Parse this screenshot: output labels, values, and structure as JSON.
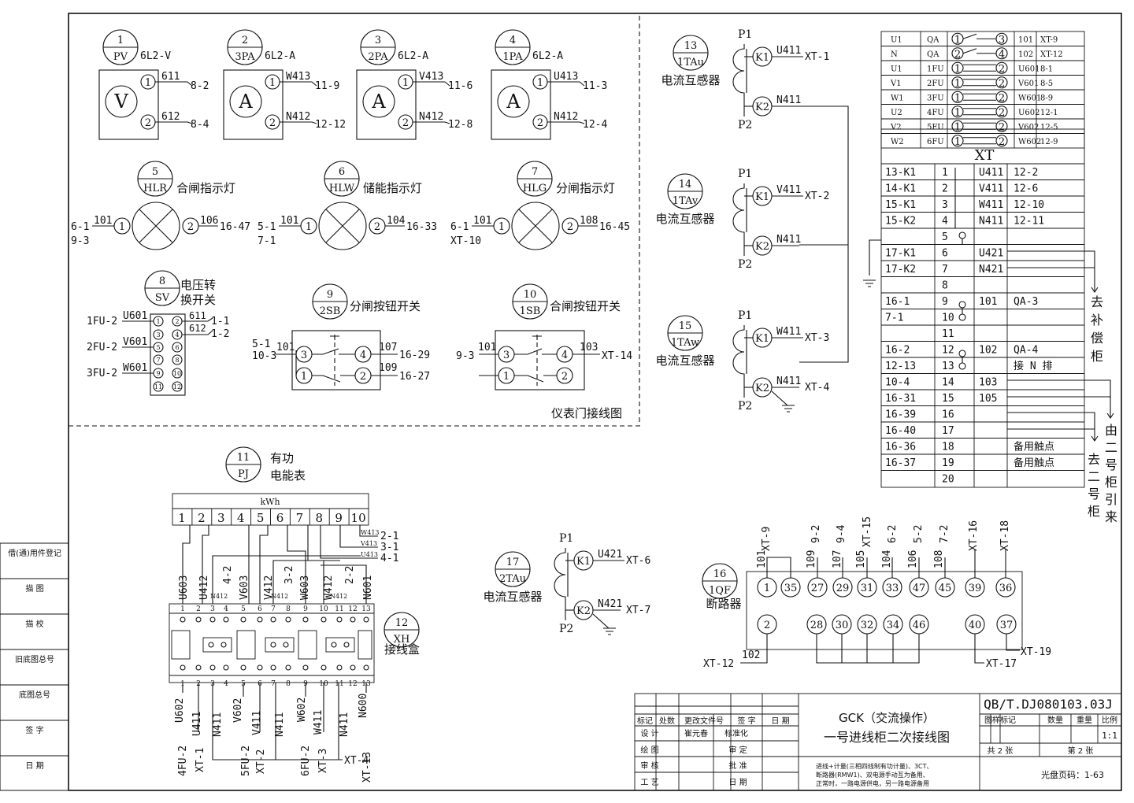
{
  "frame": {
    "regions": {
      "door_title": "仪表门接线图"
    }
  },
  "left_strip": {
    "labels": [
      "借(通)用件登记",
      "描 图",
      "描 校",
      "旧底图总号",
      "底图总号",
      "签 字",
      "日 期"
    ]
  },
  "meters": [
    {
      "num": "1",
      "code": "PV",
      "type": "6L2-V",
      "face": "V",
      "t1": "611",
      "t1to": "8-2",
      "t2": "612",
      "t2to": "8-4"
    },
    {
      "num": "2",
      "code": "3PA",
      "type": "6L2-A",
      "face": "A",
      "t1": "W413",
      "t1to": "11-9",
      "t2": "N412",
      "t2to": "12-12"
    },
    {
      "num": "3",
      "code": "2PA",
      "type": "6L2-A",
      "face": "A",
      "t1": "V413",
      "t1to": "11-6",
      "t2": "N412",
      "t2to": "12-8"
    },
    {
      "num": "4",
      "code": "1PA",
      "type": "6L2-A",
      "face": "A",
      "t1": "U413",
      "t1to": "11-3",
      "t2": "N412",
      "t2to": "12-4"
    }
  ],
  "lamps": [
    {
      "num": "5",
      "code": "HLR",
      "name": "合闸指示灯",
      "left1": "6-1",
      "left2": "9-3",
      "w1": "101",
      "w2": "106",
      "right": "16-47"
    },
    {
      "num": "6",
      "code": "HLW",
      "name": "储能指示灯",
      "left1": "5-1",
      "left2": "7-1",
      "w1": "101",
      "w2": "104",
      "right": "16-33"
    },
    {
      "num": "7",
      "code": "HLG",
      "name": "分闸指示灯",
      "left1": "6-1",
      "left2": "XT-10",
      "w1": "101",
      "w2": "108",
      "right": "16-45"
    }
  ],
  "sv": {
    "num": "8",
    "code": "SV",
    "name1": "电压转",
    "name2": "换开关",
    "rows": [
      {
        "from": "1FU-2",
        "wire": "U601"
      },
      {
        "from": "2FU-2",
        "wire": "V601"
      },
      {
        "from": "3FU-2",
        "wire": "W601"
      }
    ],
    "out1": "611",
    "out2": "612",
    "to1": "1-1",
    "to2": "1-2",
    "pins": [
      "1",
      "2",
      "3",
      "4",
      "5",
      "6",
      "7",
      "8",
      "9",
      "10",
      "11",
      "12"
    ]
  },
  "buttons": [
    {
      "num": "9",
      "code": "2SB",
      "name": "分闸按钮开关",
      "in1": "5-1",
      "in2": "10-3",
      "w_in": "101",
      "w_out1": "107",
      "to1": "16-29",
      "w_out2": "109",
      "to2": "16-27",
      "p1": "3",
      "p2": "4",
      "p3": "1",
      "p4": "2"
    },
    {
      "num": "10",
      "code": "1SB",
      "name": "合闸按钮开关",
      "in1": "9-3",
      "w_in": "101",
      "w_out1": "103",
      "to1": "XT-14",
      "p1": "3",
      "p2": "4",
      "p3": "1",
      "p4": "2"
    }
  ],
  "cts": [
    {
      "num": "13",
      "code": "1TAu",
      "name": "电流互感器",
      "w1": "U411",
      "to1": "XT-1",
      "w2": "N411",
      "to2": ""
    },
    {
      "num": "14",
      "code": "1TAv",
      "name": "电流互感器",
      "w1": "V411",
      "to1": "XT-2",
      "w2": "N411",
      "to2": ""
    },
    {
      "num": "15",
      "code": "1TAw",
      "name": "电流互感器",
      "w1": "W411",
      "to1": "XT-3",
      "w2": "N411",
      "to2": "XT-4"
    },
    {
      "num": "17",
      "code": "2TAu",
      "name": "电流互感器",
      "w1": "U421",
      "to1": "XT-6",
      "w2": "N421",
      "to2": "XT-7"
    }
  ],
  "ct_terms": {
    "p1": "P1",
    "p2": "P2",
    "k1": "K1",
    "k2": "K2"
  },
  "fuse_table": {
    "rows": [
      {
        "a": "U1",
        "b": "QA",
        "c": "1",
        "d": "3",
        "e": "101",
        "f": "XT-9"
      },
      {
        "a": "N",
        "b": "QA",
        "c": "2",
        "d": "4",
        "e": "102",
        "f": "XT-12"
      },
      {
        "a": "U1",
        "b": "1FU",
        "c": "1",
        "d": "2",
        "e": "U601",
        "f": "8-1"
      },
      {
        "a": "V1",
        "b": "2FU",
        "c": "1",
        "d": "2",
        "e": "V601",
        "f": "8-5"
      },
      {
        "a": "W1",
        "b": "3FU",
        "c": "1",
        "d": "2",
        "e": "W601",
        "f": "8-9"
      },
      {
        "a": "U2",
        "b": "4FU",
        "c": "1",
        "d": "2",
        "e": "U602",
        "f": "12-1"
      },
      {
        "a": "V2",
        "b": "5FU",
        "c": "1",
        "d": "2",
        "e": "V602",
        "f": "12-5"
      },
      {
        "a": "W2",
        "b": "6FU",
        "c": "1",
        "d": "2",
        "e": "W602",
        "f": "12-9"
      }
    ]
  },
  "xt": {
    "title": "XT",
    "rows": [
      {
        "a": "13-K1",
        "n": "1",
        "c": "U411",
        "d": "12-2"
      },
      {
        "a": "14-K1",
        "n": "2",
        "c": "V411",
        "d": "12-6"
      },
      {
        "a": "15-K1",
        "n": "3",
        "c": "W411",
        "d": "12-10"
      },
      {
        "a": "15-K2",
        "n": "4",
        "c": "N411",
        "d": "12-11"
      },
      {
        "a": "",
        "n": "5",
        "c": "",
        "d": ""
      },
      {
        "a": "17-K1",
        "n": "6",
        "c": "U421",
        "d": ""
      },
      {
        "a": "17-K2",
        "n": "7",
        "c": "N421",
        "d": ""
      },
      {
        "a": "",
        "n": "8",
        "c": "",
        "d": ""
      },
      {
        "a": "16-1",
        "n": "9",
        "c": "101",
        "d": "QA-3"
      },
      {
        "a": "7-1",
        "n": "10",
        "c": "",
        "d": ""
      },
      {
        "a": "",
        "n": "11",
        "c": "",
        "d": ""
      },
      {
        "a": "16-2",
        "n": "12",
        "c": "102",
        "d": "QA-4"
      },
      {
        "a": "12-13",
        "n": "13",
        "c": "",
        "d": "接 N 排"
      },
      {
        "a": "10-4",
        "n": "14",
        "c": "103",
        "d": ""
      },
      {
        "a": "16-31",
        "n": "15",
        "c": "105",
        "d": ""
      },
      {
        "a": "16-39",
        "n": "16",
        "c": "",
        "d": ""
      },
      {
        "a": "16-40",
        "n": "17",
        "c": "",
        "d": ""
      },
      {
        "a": "16-36",
        "n": "18",
        "c": "",
        "d": "备用触点"
      },
      {
        "a": "16-37",
        "n": "19",
        "c": "",
        "d": "备用触点"
      },
      {
        "a": "",
        "n": "20",
        "c": "",
        "d": ""
      }
    ],
    "side1": [
      "去",
      "补",
      "偿",
      "柜"
    ],
    "side2": [
      "由",
      "二",
      "号",
      "柜",
      "引",
      "来"
    ],
    "side3": [
      "去",
      "二",
      "号",
      "柜"
    ]
  },
  "pj": {
    "num": "11",
    "code": "PJ",
    "name1": "有功",
    "name2": "电能表",
    "unit": "kWh",
    "terms": [
      "1",
      "2",
      "3",
      "4",
      "5",
      "6",
      "7",
      "8",
      "9",
      "10"
    ],
    "right_wires": [
      "W413",
      "V413",
      "U413"
    ],
    "right_to": [
      "2-1",
      "3-1",
      "4-1"
    ],
    "top_labels": [
      "U603",
      "U412",
      "N412",
      "4-2",
      "V603",
      "V412",
      "N412",
      "3-2",
      "W603",
      "W412",
      "N412",
      "2-2",
      "N601"
    ],
    "bottom_labels": [
      "U602",
      "4FU-2",
      "U411",
      "XT-1",
      "N411",
      "V602",
      "5FU-2",
      "V411",
      "XT-2",
      "N411",
      "W602",
      "6FU-2",
      "W411",
      "XT-3",
      "N411",
      "N600",
      "XT-13"
    ],
    "xt4": "XT-4"
  },
  "xh": {
    "num": "12",
    "code": "XH",
    "name": "接线盒",
    "terms": [
      "1",
      "2",
      "3",
      "4",
      "5",
      "6",
      "7",
      "8",
      "9",
      "10",
      "11",
      "12",
      "13"
    ]
  },
  "qf": {
    "num": "16",
    "code": "1QF",
    "name": "断路器",
    "top_pins": [
      "1",
      "35",
      "27",
      "29",
      "31",
      "33",
      "47",
      "45",
      "39",
      "36"
    ],
    "top_wires": [
      "101",
      "109",
      "107",
      "105",
      "104",
      "106",
      "108"
    ],
    "top_to": [
      "XT-9",
      "9-2",
      "9-4",
      "XT-15",
      "6-2",
      "5-2",
      "7-2",
      "XT-16",
      "XT-18"
    ],
    "bottom_pins": [
      "2",
      "28",
      "30",
      "32",
      "34",
      "46",
      "40",
      "37"
    ],
    "left_to": "XT-12",
    "left_wire": "102",
    "to17": "XT-17",
    "to19": "XT-19"
  },
  "title_block": {
    "doc_no": "QB/T.DJ080103.03J",
    "company": "GCK（交流操作）",
    "title": "一号进线柜二次接线图",
    "hdr": [
      "标记",
      "处数",
      "更改文件号",
      "签 字",
      "日 期"
    ],
    "design": "设 计",
    "designer": "崔元春",
    "std": "标准化",
    "draw": "绘 图",
    "review": "审 定",
    "check": "审 核",
    "approve": "批 准",
    "craft": "工 艺",
    "date": "日 期",
    "col_labels": [
      "图样标记",
      "数量",
      "重量",
      "比例"
    ],
    "scale": "1:1",
    "total": "共 2 张",
    "sheet": "第 2 张",
    "desc1": "进线+计量(三相四线制有功计量)、3CT、",
    "desc2": "断路器(RMW1)、双电源手动互为备用、",
    "desc3": "正常时，一路电源供电，另一路电源备用",
    "disc": "光盘页码：1-63"
  }
}
